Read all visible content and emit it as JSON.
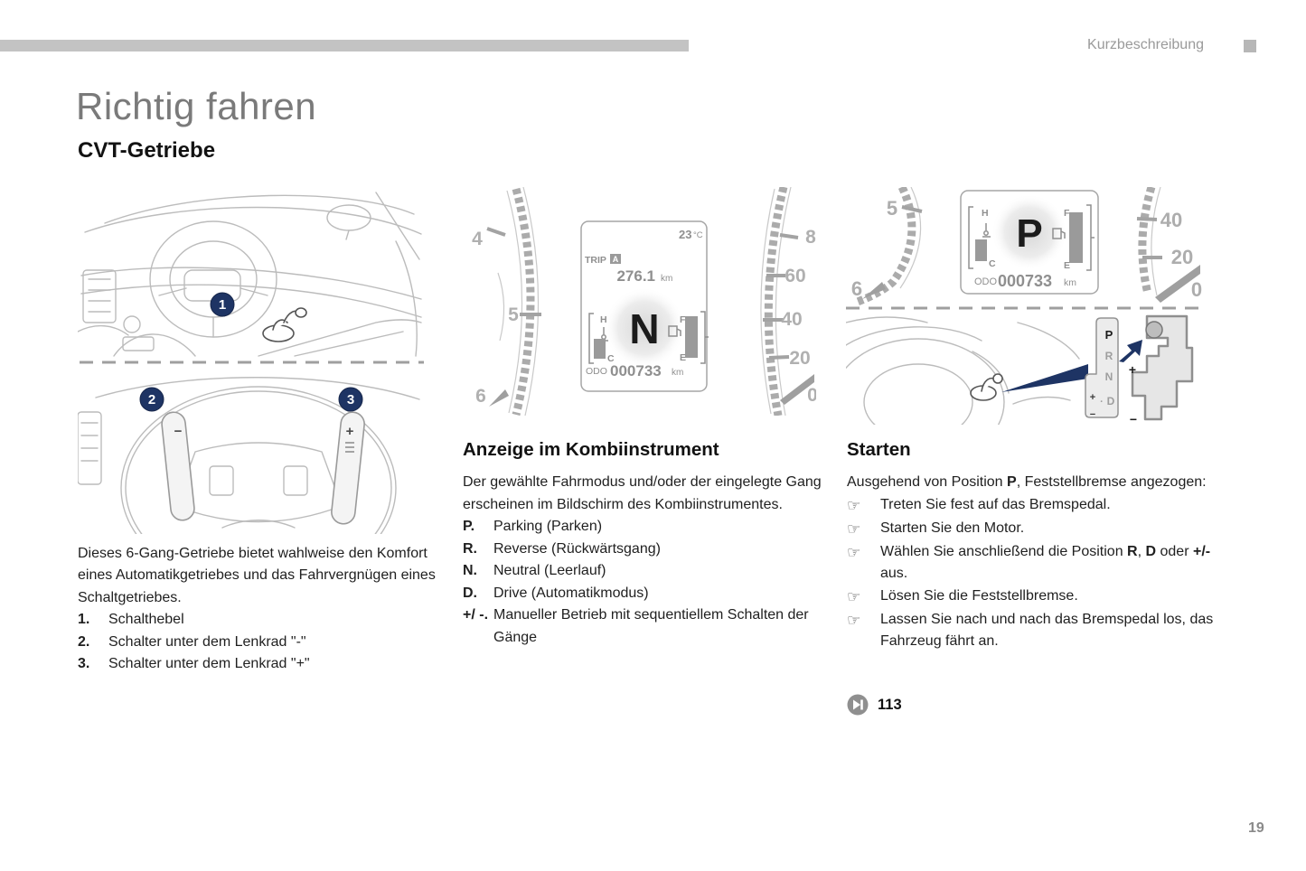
{
  "colors": {
    "accent_navy": "#1e3464"
  },
  "header": {
    "section_label": "Kurzbeschreibung"
  },
  "title_block": {
    "title": "Richtig fahren",
    "subtitle": "CVT-Getriebe"
  },
  "footer": {
    "page_number": "19"
  },
  "figures": {
    "callouts": {
      "c1": "1",
      "c2": "2",
      "c3": "3"
    },
    "paddles": {
      "minus": "−",
      "plus": "+"
    },
    "middle_cluster": {
      "gear": "N",
      "tach": [
        "4",
        "5",
        "6"
      ],
      "speedo": [
        "8",
        "60",
        "40",
        "20",
        "0"
      ]
    },
    "right_cluster": {
      "gear": "P",
      "tach": [
        "5",
        "6"
      ],
      "speedo": [
        "40",
        "20",
        "0"
      ]
    },
    "lcd": {
      "temp": "23",
      "temp_unit": "°C",
      "trip": "TRIP",
      "trip_mode": "A",
      "trip_value": "276.1",
      "km": "km",
      "h": "H",
      "c": "C",
      "f": "F",
      "e": "E",
      "odo": "ODO",
      "odo_value": "000733"
    },
    "gate": {
      "p": "P",
      "r": "R",
      "n": "N",
      "d": "D",
      "plus": "+",
      "dot": "·",
      "minus": "−",
      "knob_plus": "+",
      "knob_minus": "−"
    }
  },
  "col1": {
    "intro": "Dieses 6-Gang-Getriebe bietet wahlweise den Komfort eines Automatikgetriebes und das Fahrvergnügen eines Schaltgetriebes.",
    "items": [
      {
        "num": "1.",
        "text": "Schalthebel"
      },
      {
        "num": "2.",
        "text": "Schalter unter dem Lenkrad \"-\""
      },
      {
        "num": "3.",
        "text": "Schalter unter dem Lenkrad \"+\""
      }
    ]
  },
  "col2": {
    "heading": "Anzeige im Kombiinstrument",
    "intro": "Der gewählte Fahrmodus und/oder der eingelegte Gang erscheinen im Bildschirm des Kombiinstrumentes.",
    "items": [
      {
        "label": "P.",
        "text": "Parking (Parken)"
      },
      {
        "label": "R.",
        "text": "Reverse (Rückwärtsgang)"
      },
      {
        "label": "N.",
        "text": "Neutral (Leerlauf)"
      },
      {
        "label": "D.",
        "text": "Drive (Automatikmodus)"
      },
      {
        "label": "+/ -.",
        "text": "Manueller Betrieb mit sequentiellem Schalten der Gänge"
      }
    ]
  },
  "col3": {
    "heading": "Starten",
    "bullet": "☞",
    "intro_segments": [
      {
        "t": "Ausgehend von Position "
      },
      {
        "t": "P",
        "b": true
      },
      {
        "t": ", Feststellbremse angezogen:"
      }
    ],
    "steps": [
      {
        "segments": [
          {
            "t": "Treten Sie fest auf das Bremspedal."
          }
        ]
      },
      {
        "segments": [
          {
            "t": "Starten Sie den Motor."
          }
        ]
      },
      {
        "segments": [
          {
            "t": "Wählen Sie anschließend die Position "
          },
          {
            "t": "R",
            "b": true
          },
          {
            "t": ", "
          },
          {
            "t": "D",
            "b": true
          },
          {
            "t": " oder "
          },
          {
            "t": "+/-",
            "b": true
          },
          {
            "t": " aus."
          }
        ]
      },
      {
        "segments": [
          {
            "t": "Lösen Sie die Feststellbremse."
          }
        ]
      },
      {
        "segments": [
          {
            "t": "Lassen Sie nach und nach das Bremspedal los, das Fahrzeug fährt an."
          }
        ]
      }
    ],
    "reference": {
      "page": "113"
    }
  }
}
